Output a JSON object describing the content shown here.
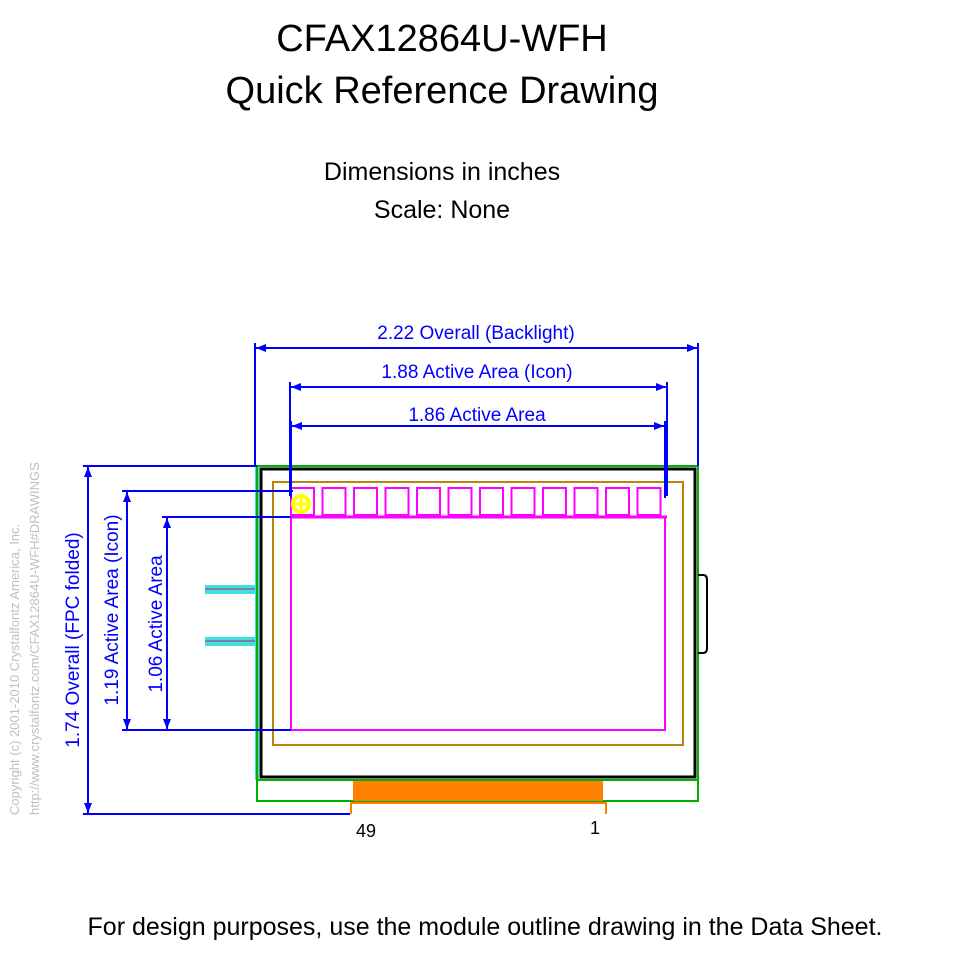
{
  "header": {
    "title": "CFAX12864U-WFH",
    "subtitle": "Quick Reference Drawing",
    "units": "Dimensions in inches",
    "scale": "Scale: None"
  },
  "dimensions": {
    "overall_width": "2.22 Overall (Backlight)",
    "active_icon_width": "1.88 Active Area (Icon)",
    "active_width": "1.86 Active Area",
    "overall_height": "1.74 Overall (FPC folded)",
    "active_icon_height": "1.19 Active Area (Icon)",
    "active_height": "1.06 Active Area"
  },
  "pins": {
    "first": "49",
    "last": "1"
  },
  "copyright": {
    "line1": "Copyright (c) 2001-2010 Crystalfontz America, Inc.",
    "line2": "http://www.crystalfontz.com/CFAX12864U-WFH#DRAWINGS"
  },
  "footer": "For design purposes, use the module outline drawing in the Data Sheet.",
  "colors": {
    "dimension": "#0000ff",
    "backlight": "#00b000",
    "bezel": "#000000",
    "viewing_area": "#b8860b",
    "active_area": "#ff00ff",
    "fpc": "#ff8000",
    "tab": "#40e0e0",
    "marker": "#ffff00"
  }
}
